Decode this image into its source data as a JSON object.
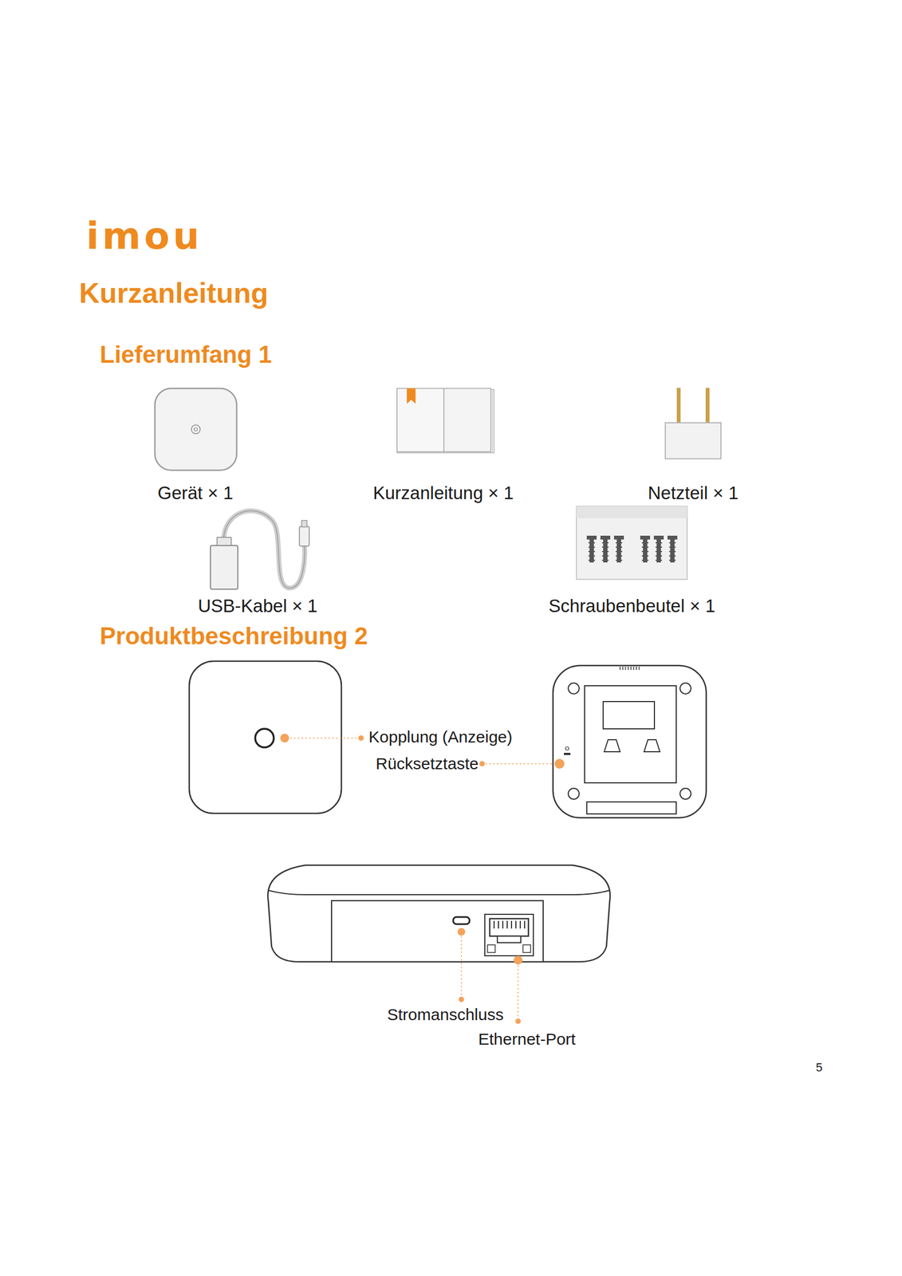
{
  "diagram": {
    "title": "Kurzanleitung",
    "labels": [
      "imou",
      "Lieferumfang 1",
      "Gerät × 1",
      "Kurzanleitung × 1",
      "Netzteil × 1",
      "USB-Kabel × 1",
      "Schraubenbeutel × 1",
      "Produktbeschreibung 2",
      "Kopplung (Anzeige)",
      "Rücksetztaste",
      "Stromanschluss",
      "Ethernet-Port",
      "5"
    ]
  }
}
